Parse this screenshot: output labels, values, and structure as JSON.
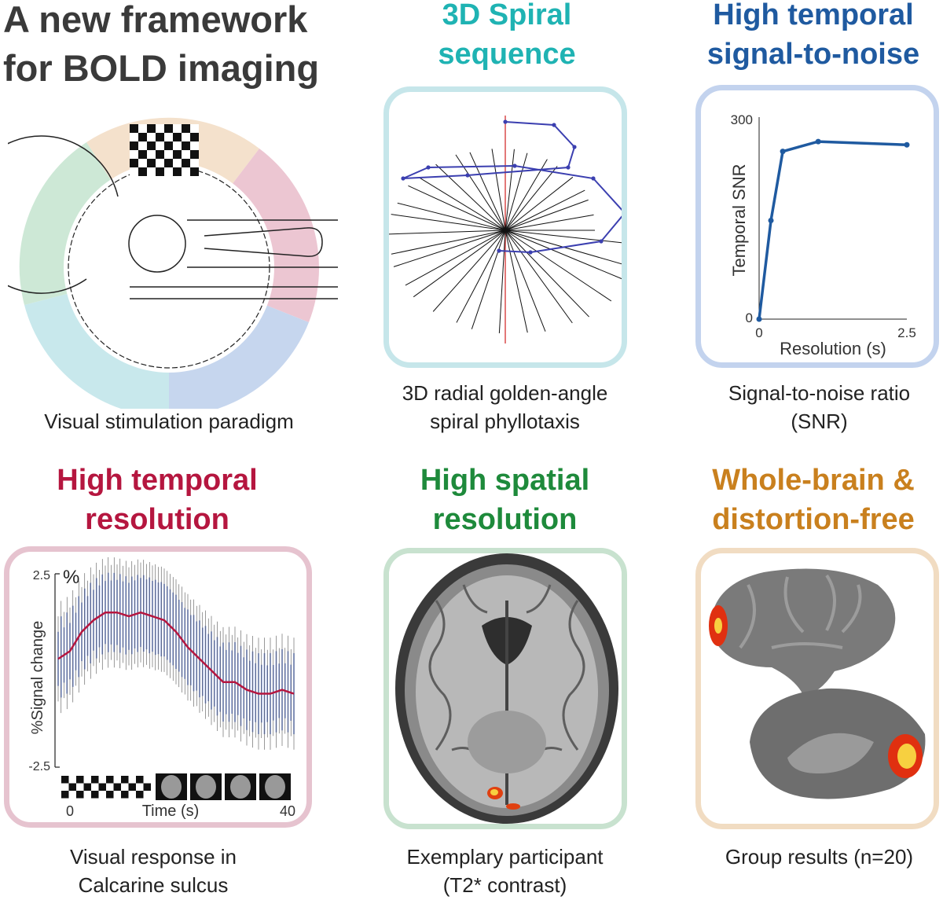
{
  "main_title": {
    "line1": "A new framework",
    "line2": "for BOLD imaging"
  },
  "panels": [
    {
      "title": [
        "3D Spiral",
        "sequence"
      ],
      "caption": [
        "3D radial golden-angle",
        "spiral phyllotaxis"
      ],
      "color": "#1fb3b3",
      "border": "#c6e6ea"
    },
    {
      "title": [
        "High temporal",
        "signal-to-noise"
      ],
      "caption": [
        "Signal-to-noise ratio",
        "(SNR)"
      ],
      "color": "#1f5aa0",
      "border": "#c3d3ee"
    },
    {
      "title": [
        "High temporal",
        "resolution"
      ],
      "caption": [
        "Visual response in",
        "Calcarine sulcus"
      ],
      "color": "#b5163f",
      "border": "#e6c3cf"
    },
    {
      "title": [
        "High spatial",
        "resolution"
      ],
      "caption": [
        "Exemplary participant",
        "(T2* contrast)"
      ],
      "color": "#1e8a3b",
      "border": "#c8e2cf"
    },
    {
      "title": [
        "Whole-brain &",
        "distortion-free"
      ],
      "caption": [
        "Group results (n=20)"
      ],
      "color": "#c9801e",
      "border": "#f1dcc2"
    }
  ],
  "stimulation_caption": "Visual stimulation paradigm",
  "ring_colors": [
    "#f4e1cc",
    "#ecc6d2",
    "#c6d6ee",
    "#c8e8ec",
    "#cde8d6"
  ],
  "snr_chart": {
    "type": "line",
    "x": [
      0,
      0.2,
      0.4,
      1.0,
      2.5
    ],
    "y": [
      0,
      150,
      255,
      270,
      265
    ],
    "xlim": [
      0,
      2.5
    ],
    "ylim": [
      0,
      300
    ],
    "xlabel": "Resolution (s)",
    "ylabel": "Temporal SNR",
    "xticks": [
      "0",
      "2.5"
    ],
    "yticks": [
      "0",
      "300"
    ],
    "color": "#1f5aa0"
  },
  "timecourse_chart": {
    "type": "line",
    "x": [
      0,
      2,
      4,
      6,
      8,
      10,
      12,
      14,
      16,
      18,
      20,
      22,
      24,
      26,
      28,
      30,
      32,
      34,
      36,
      38,
      40
    ],
    "y": [
      0.3,
      0.5,
      1.0,
      1.3,
      1.5,
      1.5,
      1.4,
      1.5,
      1.4,
      1.3,
      1.0,
      0.6,
      0.3,
      0.0,
      -0.3,
      -0.3,
      -0.5,
      -0.6,
      -0.6,
      -0.5,
      -0.6
    ],
    "ylim": [
      -2.5,
      2.5
    ],
    "xlim": [
      0,
      40
    ],
    "ytick_top": "2.5",
    "ytick_bottom": "-2.5",
    "unit": "%",
    "ylabel": "%Signal change",
    "xlabel": "Time (s)",
    "xtick_left": "0",
    "xtick_right": "40",
    "line_color": "#b5163f",
    "error_color": "#6c86d3"
  }
}
